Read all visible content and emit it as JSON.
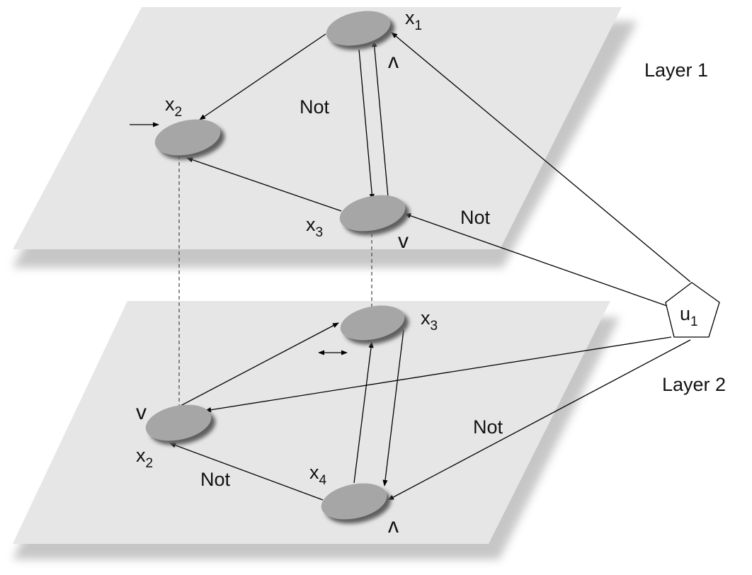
{
  "layers": [
    {
      "label": "Layer 1"
    },
    {
      "label": "Layer 2"
    }
  ],
  "nodes": {
    "l1_x1": {
      "var": "x",
      "index": "1",
      "operator": "ʌ"
    },
    "l1_x2": {
      "var": "x",
      "index": "2",
      "operator": "→"
    },
    "l1_x3": {
      "var": "x",
      "index": "3",
      "operator": "v"
    },
    "l2_x3": {
      "var": "x",
      "index": "3",
      "operator": "↔"
    },
    "l2_x2": {
      "var": "x",
      "index": "2",
      "operator": "v"
    },
    "l2_x4": {
      "var": "x",
      "index": "4",
      "operator": "ʌ"
    },
    "u1": {
      "var": "u",
      "index": "1"
    }
  },
  "edge_labels": {
    "l1_not_x1_x3": "Not",
    "l1_not_u1_x3": "Not",
    "l2_not_x4_x2": "Not",
    "l2_not_u1_x4": "Not"
  },
  "colors": {
    "plane": "#e6e6e6",
    "plane_shadow": "#bdbdbd",
    "node": "#a6a6a6",
    "node_shadow": "#5e5e5e",
    "edge": "#000000"
  }
}
